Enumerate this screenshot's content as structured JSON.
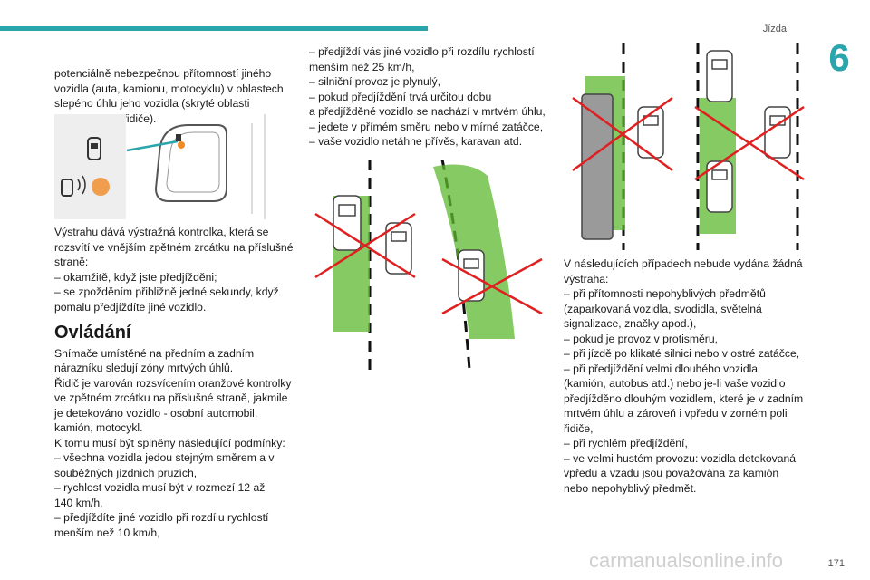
{
  "header": {
    "section_title": "Jízda",
    "chapter_number": "6",
    "page_number": "171",
    "accent_color": "#2ba5ac"
  },
  "watermark": "carmanualsonline.info",
  "column1": {
    "intro_text": "potenciálně nebezpečnou přítomností jiného\nvozidla (auta, kamionu, motocyklu) v oblastech\nslepého úhlu jeho vozidla (skryté oblasti\nv zorném poli řidiče).",
    "warning_text": "Výstrahu dává výstražná kontrolka, která se\nrozsvítí ve vnějším zpětném zrcátku na příslušné\nstraně:\n–  okamžitě, když jste předjížděni;\n–  se zpožděním přibližně jedné sekundy, když\npomalu předjíždíte jiné vozidlo.",
    "heading": "Ovládání",
    "control_text": "Snímače umístěné na předním a zadním\nnárazníku sledují zóny mrtvých úhlů.\nŘidič je varován rozsvícením oranžové kontrolky\nve zpětném zrcátku na příslušné straně, jakmile\nje detekováno vozidlo - osobní automobil,\nkamión, motocykl.\nK tomu musí být splněny následující podmínky:\n–  všechna vozidla jedou stejným směrem a v\nsouběžných jízdních pruzích,\n–  rychlost vozidla musí být v rozmezí 12 až\n140 km/h,\n–  předjíždíte jiné vozidlo při rozdílu rychlostí\nmenším než 10 km/h,"
  },
  "column2": {
    "conditions_text": "–  předjíždí vás jiné vozidlo při rozdílu rychlostí\nmenším než 25 km/h,\n–  silniční provoz je plynulý,\n–  pokud předjíždění trvá určitou dobu\na předjížděné vozidlo se nachází v mrtvém úhlu,\n–  jedete v přímém směru nebo v mírné zatáčce,\n–  vaše vozidlo netáhne přívěs, karavan atd."
  },
  "column3": {
    "no_warning_text": "V následujících případech nebude vydána žádná\nvýstraha:\n–  při přítomnosti nepohyblivých předmětů\n(zaparkovaná vozidla, svodidla, světelná\nsignalizace, značky apod.),\n–  pokud je provoz v protisměru,\n–  při jízdě po klikaté silnici nebo v ostré zatáčce,\n–  při předjíždění velmi dlouhého vozidla\n(kamión, autobus atd.) nebo je-li vaše vozidlo\npředjížděno dlouhým vozidlem, které je v zadním\nmrtvém úhlu a zároveň i vpředu v zorném poli\nřidiče,\n–  při rychlém předjíždění,\n–  ve velmi hustém provozu: vozidla detekovaná\nvpředu a vzadu jsou považována za kamión\nnebo nepohyblivý předmět."
  },
  "colors": {
    "zone_green": "#5cb82e",
    "cross_red": "#e02020",
    "warning_orange": "#f08a24"
  },
  "figures": {
    "mirror_icon": "mirror-blind-spot-warning-icon",
    "overtaking_icon": "overtaking-scenario-icon",
    "no_warning_icon": "no-warning-scenario-icon"
  }
}
